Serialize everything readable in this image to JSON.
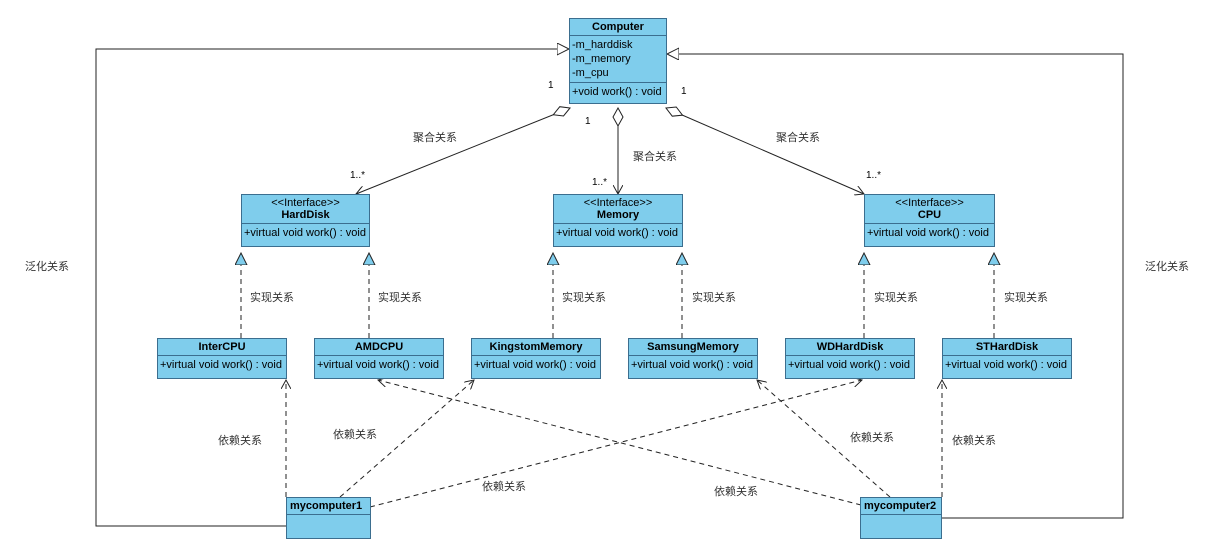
{
  "colors": {
    "box_fill": "#7fcdec",
    "box_border": "#3b6e8f",
    "line": "#222222",
    "label": "#333333"
  },
  "computer": {
    "name": "Computer",
    "attributes": [
      "-m_harddisk",
      "-m_memory",
      "-m_cpu"
    ],
    "operations": [
      "+void work() : void"
    ]
  },
  "interfaces": [
    {
      "stereotype": "<<Interface>>",
      "name": "HardDisk",
      "operation": "+virtual void work() : void"
    },
    {
      "stereotype": "<<Interface>>",
      "name": "Memory",
      "operation": "+virtual void work() : void"
    },
    {
      "stereotype": "<<Interface>>",
      "name": "CPU",
      "operation": "+virtual void work() : void"
    }
  ],
  "implementations": [
    {
      "name": "InterCPU",
      "operation": "+virtual void work() : void"
    },
    {
      "name": "AMDCPU",
      "operation": "+virtual void work() : void"
    },
    {
      "name": "KingstomMemory",
      "operation": "+virtual void work() : void"
    },
    {
      "name": "SamsungMemory",
      "operation": "+virtual void work() : void"
    },
    {
      "name": "WDHardDisk",
      "operation": "+virtual void work() : void"
    },
    {
      "name": "STHardDisk",
      "operation": "+virtual void work() : void"
    }
  ],
  "clients": [
    {
      "name": "mycomputer1"
    },
    {
      "name": "mycomputer2"
    }
  ],
  "relation_labels": {
    "aggregation": "聚合关系",
    "realization": "实现关系",
    "dependency": "依赖关系",
    "generalization": "泛化关系"
  },
  "multiplicities": {
    "one": "1",
    "many": "1..*"
  }
}
